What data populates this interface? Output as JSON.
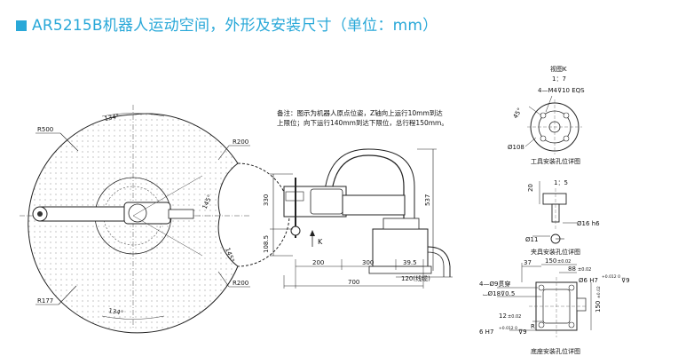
{
  "header": {
    "title": "AR5215B机器人运动空间，外形及安装尺寸（单位：mm）",
    "accent_color": "#29a8d8"
  },
  "workspace": {
    "r500": "R500",
    "r200_top": "R200",
    "r200_bottom": "R200",
    "r177": "R177",
    "angle_top": "134°",
    "angle_bottom": "134°",
    "angle_145_a": "145°",
    "angle_145_b": "145°"
  },
  "side_view": {
    "note_line1": "备注：图示为机器人原点位姿，Z轴向上运行10mm到达",
    "note_line2": "上限位；向下运行140mm到达下限位，总行程150mm。",
    "dim_330": "330",
    "dim_1085": "108.5",
    "dim_537": "537",
    "dim_200": "200",
    "dim_300": "300",
    "dim_395": "39.5",
    "dim_700": "700",
    "dim_120": "120(线缆)",
    "k_label": "K"
  },
  "details": {
    "view_k": "视图K",
    "scale_1_7": "1：7",
    "m4_spec": "4—M4⊽10 EQS",
    "angle_45": "45°",
    "dia_108": "Ø108",
    "caption_tool": "工具安装孔位详图",
    "scale_1_5": "1：5",
    "dim_20": "20",
    "dia_16h6": "Ø16 h6",
    "dia_11": "Ø11",
    "caption_clamp": "夹具安装孔位详图",
    "dim_37": "37",
    "dim_150": "150",
    "dim_150_tol": "±0.02",
    "dim_88": "88",
    "dim_88_tol": "±0.02",
    "holes_spec": "4—Ø9贯穿",
    "cbore_spec": "⌴Ø18⊽0.5",
    "dia6h7_top": "Ø6 H7",
    "dia6h7_top_tol": "+0.012 0",
    "depth_9_top": "⊽9",
    "dim_12": "12",
    "dim_12_tol": "±0.02",
    "dim_150v": "150",
    "dim_150v_tol": "±0.02",
    "dia6h7_bottom": "6 H7",
    "dia6h7_bottom_tol": "+0.012 0",
    "depth_9_bottom": "⊽9",
    "r_label": "R",
    "caption_base": "底座安装孔位详图"
  }
}
